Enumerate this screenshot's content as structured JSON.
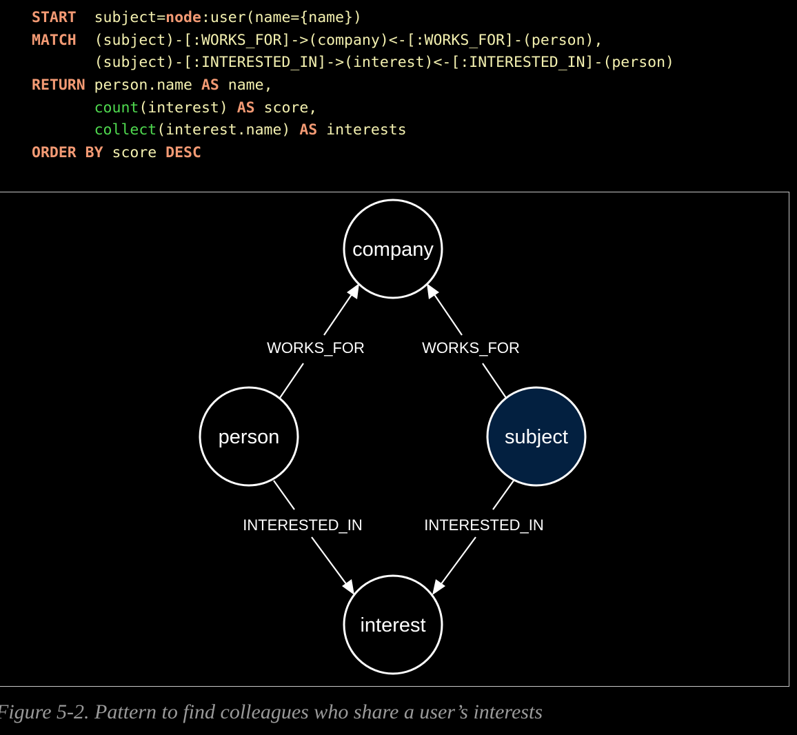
{
  "code": {
    "lines": [
      [
        {
          "t": "kw",
          "v": "START  "
        },
        {
          "t": "txt",
          "v": "subject="
        },
        {
          "t": "kw",
          "v": "node"
        },
        {
          "t": "txt",
          "v": ":user(name={name})"
        }
      ],
      [
        {
          "t": "kw",
          "v": "MATCH  "
        },
        {
          "t": "txt",
          "v": "(subject)-[:WORKS_FOR]->(company)<-[:WORKS_FOR]-(person),"
        }
      ],
      [
        {
          "t": "txt",
          "v": "       (subject)-[:INTERESTED_IN]->(interest)<-[:INTERESTED_IN]-(person)"
        }
      ],
      [
        {
          "t": "kw",
          "v": "RETURN "
        },
        {
          "t": "txt",
          "v": "person.name "
        },
        {
          "t": "kw",
          "v": "AS"
        },
        {
          "t": "txt",
          "v": " name,"
        }
      ],
      [
        {
          "t": "txt",
          "v": "       "
        },
        {
          "t": "fn",
          "v": "count"
        },
        {
          "t": "txt",
          "v": "(interest) "
        },
        {
          "t": "kw",
          "v": "AS"
        },
        {
          "t": "txt",
          "v": " score,"
        }
      ],
      [
        {
          "t": "txt",
          "v": "       "
        },
        {
          "t": "fn",
          "v": "collect"
        },
        {
          "t": "txt",
          "v": "(interest.name) "
        },
        {
          "t": "kw",
          "v": "AS"
        },
        {
          "t": "txt",
          "v": " interests"
        }
      ],
      [
        {
          "t": "kw",
          "v": "ORDER BY"
        },
        {
          "t": "txt",
          "v": " score "
        },
        {
          "t": "kw",
          "v": "DESC"
        }
      ]
    ]
  },
  "colors": {
    "keyword": "#f39a74",
    "function": "#4fd94f",
    "text": "#f4f1b0",
    "subject_fill": "#032040",
    "node_stroke": "#ffffff"
  },
  "diagram": {
    "nodes": {
      "company": "company",
      "person": "person",
      "subject": "subject",
      "interest": "interest"
    },
    "edges": {
      "person_company": "WORKS_FOR",
      "subject_company": "WORKS_FOR",
      "person_interest": "INTERESTED_IN",
      "subject_interest": "INTERESTED_IN"
    }
  },
  "caption": "Figure 5-2. Pattern to find colleagues who share a user’s interests"
}
